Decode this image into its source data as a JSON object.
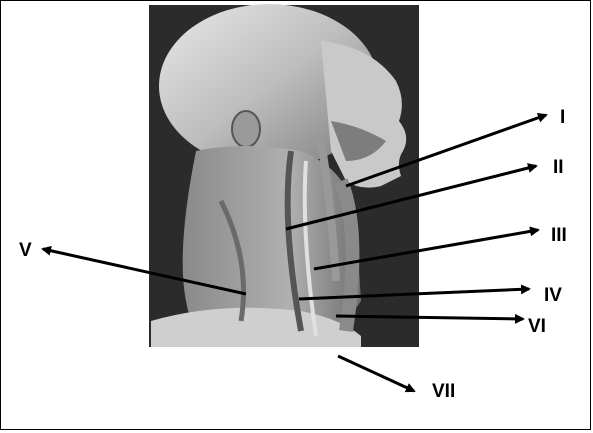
{
  "figure": {
    "photo_description_name": "head-neck-dissection-photo",
    "labels": {
      "I": "I",
      "II": "II",
      "III": "III",
      "IV": "IV",
      "V": "V",
      "VI": "VI",
      "VII": "VII"
    }
  },
  "colors": {
    "background": "#ffffff",
    "arrow": "#000000",
    "photo_dark": "#2a2a2a"
  }
}
